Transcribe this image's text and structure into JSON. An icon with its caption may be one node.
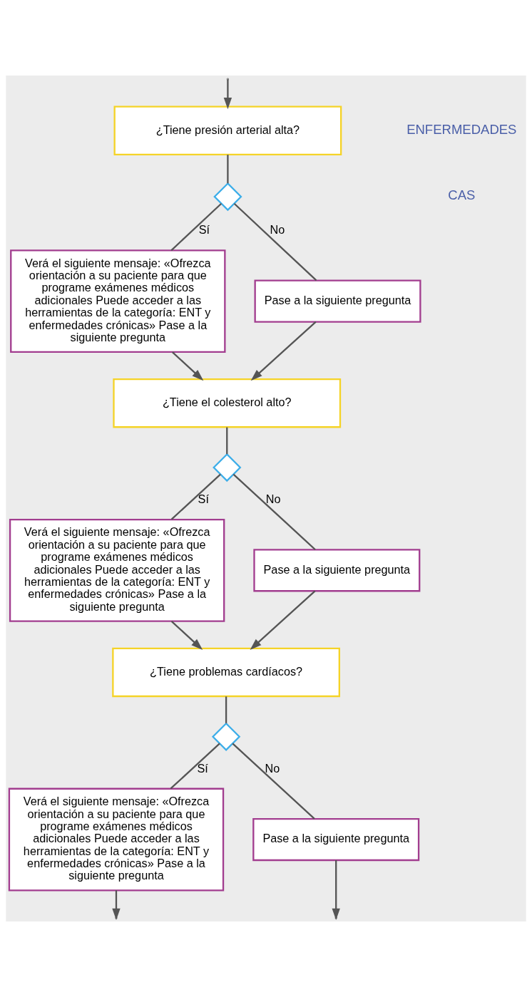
{
  "diagram": {
    "nodes": [
      {
        "text": [
          "¿Tiene presión arterial alta?"
        ]
      },
      {
        "text": [],
        "shape": "diamond"
      },
      {
        "text": [
          "Verá el siguiente mensaje: «Ofrezca orientación a su paciente para que programe exámenes médicos adicionales Puede acceder a las herramientas de la categoría: ENT y enfermedades crónicas» Pase a la siguiente pregunta"
        ]
      },
      {
        "text": [
          "Pase a la siguiente pregunta"
        ]
      },
      {
        "text": [
          "¿Tiene el colesterol alto?"
        ]
      },
      {
        "text": [],
        "shape": "diamond"
      },
      {
        "text": [
          "Verá el siguiente mensaje: «Ofrezca orientación a su paciente para que programe exámenes médicos adicionales Puede acceder a las herramientas de la categoría: ENT y enfermedades crónicas» Pase a la siguiente pregunta"
        ]
      },
      {
        "text": [
          "Pase a la siguiente pregunta"
        ]
      },
      {
        "text": [
          "¿Tiene problemas cardíacos?"
        ]
      },
      {
        "text": [],
        "shape": "diamond"
      },
      {
        "text": [
          "Verá el siguiente mensaje: «Ofrezca orientación a su paciente para que programe exámenes médicos adicionales Puede acceder a las herramientas de la categoría: ENT y enfermedades crónicas» Pase a la siguiente pregunta"
        ]
      },
      {
        "text": [
          "Pase a la siguiente pregunta"
        ]
      }
    ],
    "edges": [
      {
        "from": null,
        "to": 0,
        "arrow": "to"
      },
      {
        "from": 0,
        "to": 1,
        "arrow": "none"
      },
      {
        "from": 1,
        "to": 2,
        "arrow": "none",
        "label": "Sí"
      },
      {
        "from": 1,
        "to": 3,
        "arrow": "none",
        "label": "No"
      },
      {
        "from": 2,
        "to": 4,
        "arrow": "to"
      },
      {
        "from": 3,
        "to": 4,
        "arrow": "to"
      },
      {
        "from": 4,
        "to": 5,
        "arrow": "none"
      },
      {
        "from": 5,
        "to": 6,
        "arrow": "none",
        "label": "Sí"
      },
      {
        "from": 5,
        "to": 7,
        "arrow": "none",
        "label": "No"
      },
      {
        "from": 6,
        "to": 8,
        "arrow": "to"
      },
      {
        "from": 7,
        "to": 8,
        "arrow": "to"
      },
      {
        "from": 8,
        "to": 9,
        "arrow": "none"
      },
      {
        "from": 9,
        "to": 10,
        "arrow": "none",
        "label": "Sí"
      },
      {
        "from": 9,
        "to": 11,
        "arrow": "none",
        "label": "No"
      },
      {
        "from": 10,
        "to": null,
        "arrow": "to"
      },
      {
        "from": 11,
        "to": null,
        "arrow": "to"
      }
    ],
    "labels": [
      "ENFERMEDADES",
      "CAS"
    ]
  }
}
